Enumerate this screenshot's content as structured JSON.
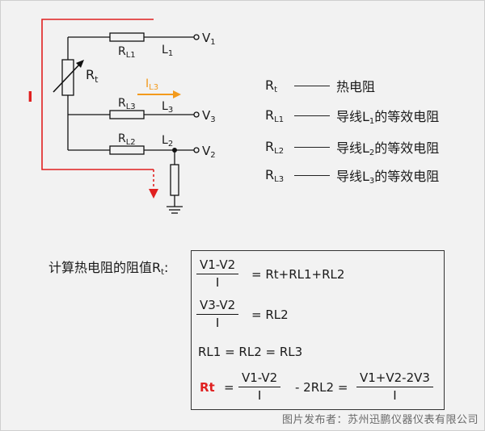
{
  "circuit": {
    "current_label": "I",
    "sensor_label": "R",
    "sensor_sub": "t",
    "branch_current_label": "I",
    "branch_current_sub": "L3",
    "resistors": [
      {
        "label": "R",
        "sub": "L1"
      },
      {
        "label": "R",
        "sub": "L3"
      },
      {
        "label": "R",
        "sub": "L2"
      }
    ],
    "leads": [
      {
        "label": "L",
        "sub": "1"
      },
      {
        "label": "L",
        "sub": "3"
      },
      {
        "label": "L",
        "sub": "2"
      }
    ],
    "terminals": [
      {
        "label": "V",
        "sub": "1"
      },
      {
        "label": "V",
        "sub": "3"
      },
      {
        "label": "V",
        "sub": "2"
      }
    ],
    "colors": {
      "current_path": "#e02020",
      "branch_arrow": "#f39a1c"
    }
  },
  "legend": [
    {
      "sym": "R",
      "sub": "t",
      "desc": "热电阻",
      "desc_sub": "",
      "desc_tail": ""
    },
    {
      "sym": "R",
      "sub": "L1",
      "desc": "导线L",
      "desc_sub": "1",
      "desc_tail": "的等效电阻"
    },
    {
      "sym": "R",
      "sub": "L2",
      "desc": "导线L",
      "desc_sub": "2",
      "desc_tail": "的等效电阻"
    },
    {
      "sym": "R",
      "sub": "L3",
      "desc": "导线L",
      "desc_sub": "3",
      "desc_tail": "的等效电阻"
    }
  ],
  "calc": {
    "label": "计算热电阻的阻值R",
    "label_sub": "t",
    "label_colon": ":"
  },
  "formulas": {
    "f1": {
      "num": "V1-V2",
      "den": "I",
      "rhs": "= Rt+RL1+RL2"
    },
    "f2": {
      "num": "V3-V2",
      "den": "I",
      "rhs": "= RL2"
    },
    "f3": {
      "text": "RL1 = RL2 = RL3"
    },
    "f4": {
      "lhs": "Rt",
      "eq": "=",
      "num1": "V1-V2",
      "den1": "I",
      "mid": "- 2RL2 =",
      "num2": "V1+V2-2V3",
      "den2": "I"
    }
  },
  "watermark": "图片发布者：苏州迅鹏仪器仪表有限公司"
}
